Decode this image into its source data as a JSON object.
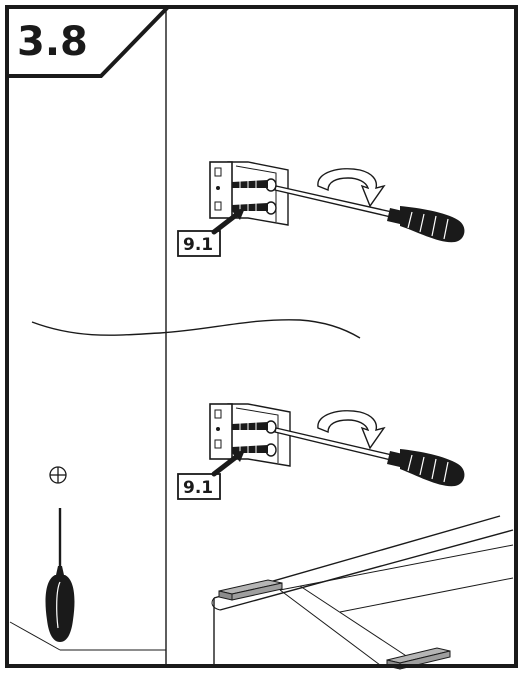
{
  "step": {
    "number": "3.8"
  },
  "callouts": [
    {
      "id": "upper",
      "label": "9.1"
    },
    {
      "id": "lower",
      "label": "9.1"
    }
  ],
  "tool_symbol": {
    "icon": "phillips-cross-icon"
  },
  "colors": {
    "ink": "#1a1a1a",
    "pad": "#b5b5b5",
    "arrow_fill": "#ffffff"
  }
}
